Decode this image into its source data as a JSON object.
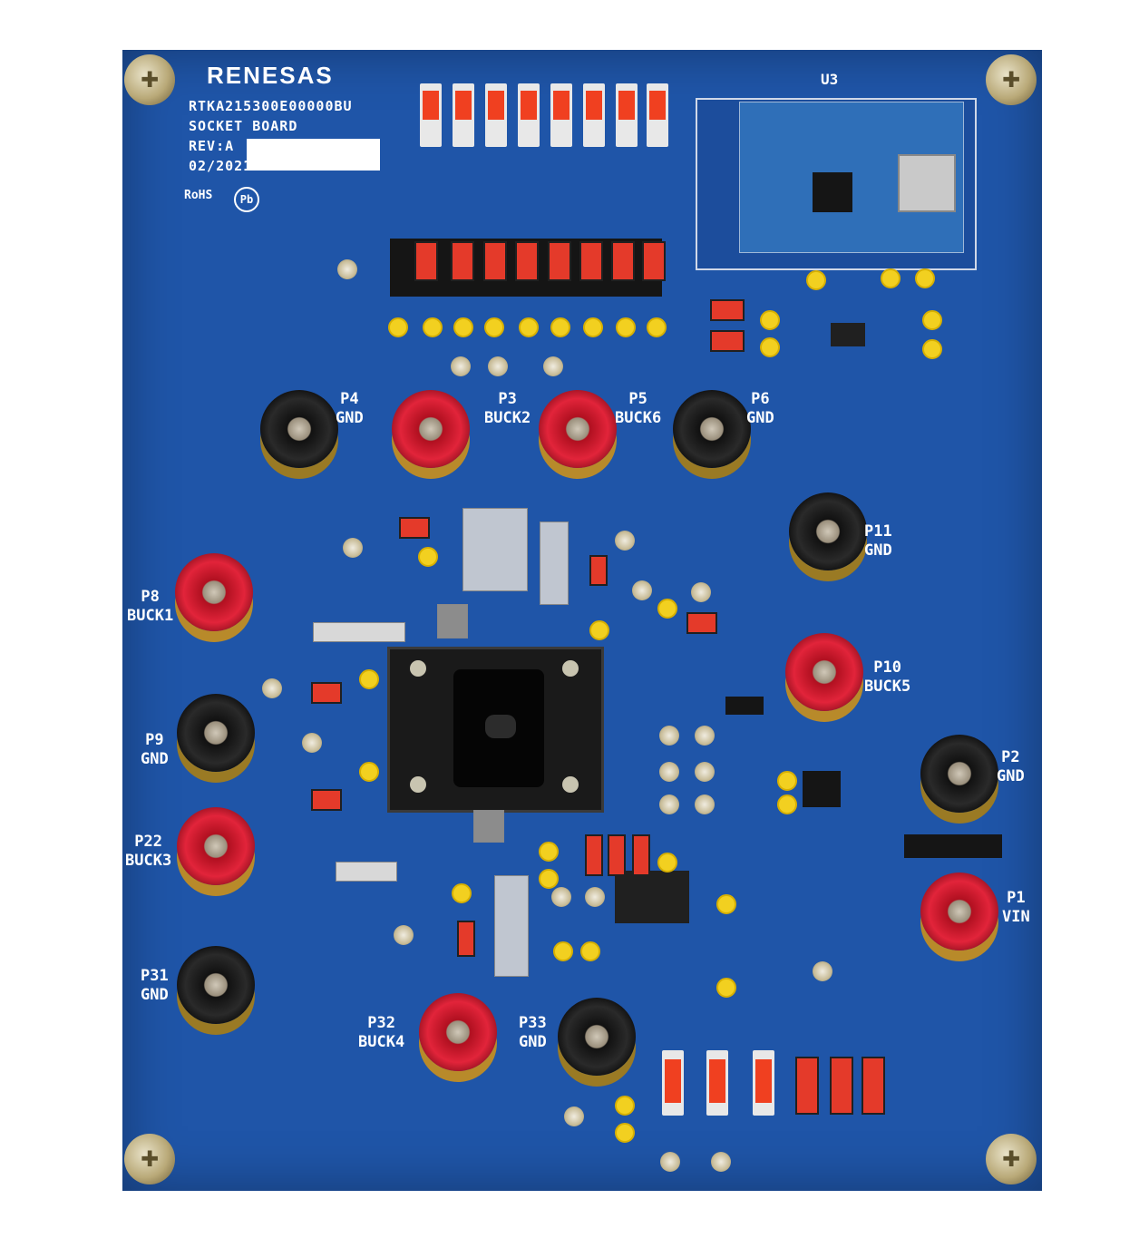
{
  "board": {
    "brand": "RENESAS",
    "silkscreen_lines": [
      "RTKA215300E00000BU",
      "SOCKET BOARD",
      "REV:A",
      "02/2021"
    ],
    "rohs": "RoHS",
    "pb": "Pb",
    "module_label": "U3"
  },
  "connectors": {
    "P4": {
      "name": "P4",
      "net": "GND"
    },
    "P3": {
      "name": "P3",
      "net": "BUCK2"
    },
    "P5": {
      "name": "P5",
      "net": "BUCK6"
    },
    "P6": {
      "name": "P6",
      "net": "GND"
    },
    "P11": {
      "name": "P11",
      "net": "GND"
    },
    "P8": {
      "name": "P8",
      "net": "BUCK1"
    },
    "P10": {
      "name": "P10",
      "net": "BUCK5"
    },
    "P9": {
      "name": "P9",
      "net": "GND"
    },
    "P2": {
      "name": "P2",
      "net": "GND"
    },
    "P22": {
      "name": "P22",
      "net": "BUCK3"
    },
    "P1": {
      "name": "P1",
      "net": "VIN"
    },
    "P31": {
      "name": "P31",
      "net": "GND"
    },
    "P32": {
      "name": "P32",
      "net": "BUCK4"
    },
    "P33": {
      "name": "P33",
      "net": "GND"
    }
  },
  "colors": {
    "pcb": "#1f55a8",
    "red_post": "#e2243a",
    "black_post": "#1a1a1a",
    "test_point": "#f2d020"
  }
}
